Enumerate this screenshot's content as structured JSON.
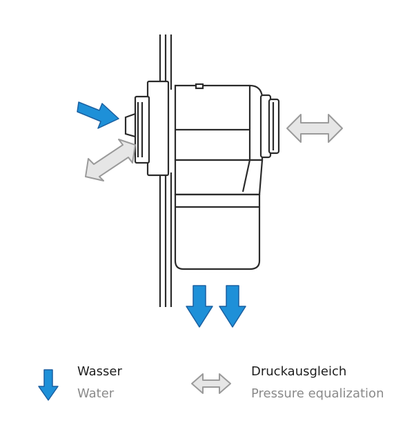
{
  "colors": {
    "water_arrow": "#1e90d8",
    "water_arrow_outline": "#1a5fa0",
    "pressure_arrow_fill": "#e6e6e6",
    "pressure_arrow_outline": "#9a9a9a",
    "device_outline": "#2a2a2a",
    "device_fill": "#ffffff"
  },
  "legend": {
    "water": {
      "label_de": "Wasser",
      "label_en": "Water",
      "icon": "water-arrow-icon"
    },
    "pressure": {
      "label_de": "Druckausgleich",
      "label_en": "Pressure equalization",
      "icon": "double-arrow-icon"
    }
  }
}
